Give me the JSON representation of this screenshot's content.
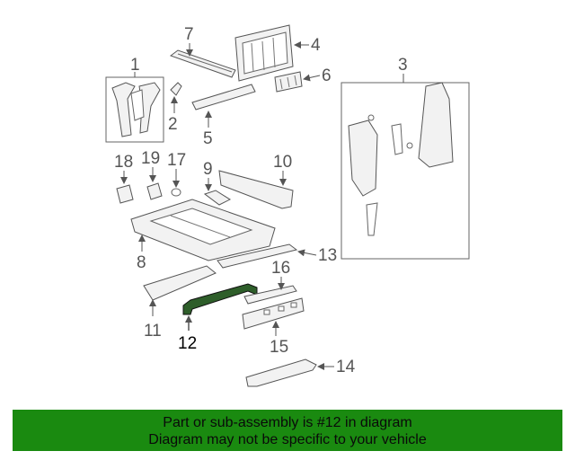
{
  "callouts": {
    "c1": "1",
    "c2": "2",
    "c3": "3",
    "c4": "4",
    "c5": "5",
    "c6": "6",
    "c7": "7",
    "c8": "8",
    "c9": "9",
    "c10": "10",
    "c11": "11",
    "c12": "12",
    "c13": "13",
    "c14": "14",
    "c15": "15",
    "c16": "16",
    "c17": "17",
    "c18": "18",
    "c19": "19"
  },
  "banner": {
    "line1": "Part or sub-assembly is #12 in diagram",
    "line2": "Diagram may not be specific to your vehicle"
  },
  "colors": {
    "banner_bg": "#1a8a10",
    "highlight_part": "#2e5e2a"
  }
}
